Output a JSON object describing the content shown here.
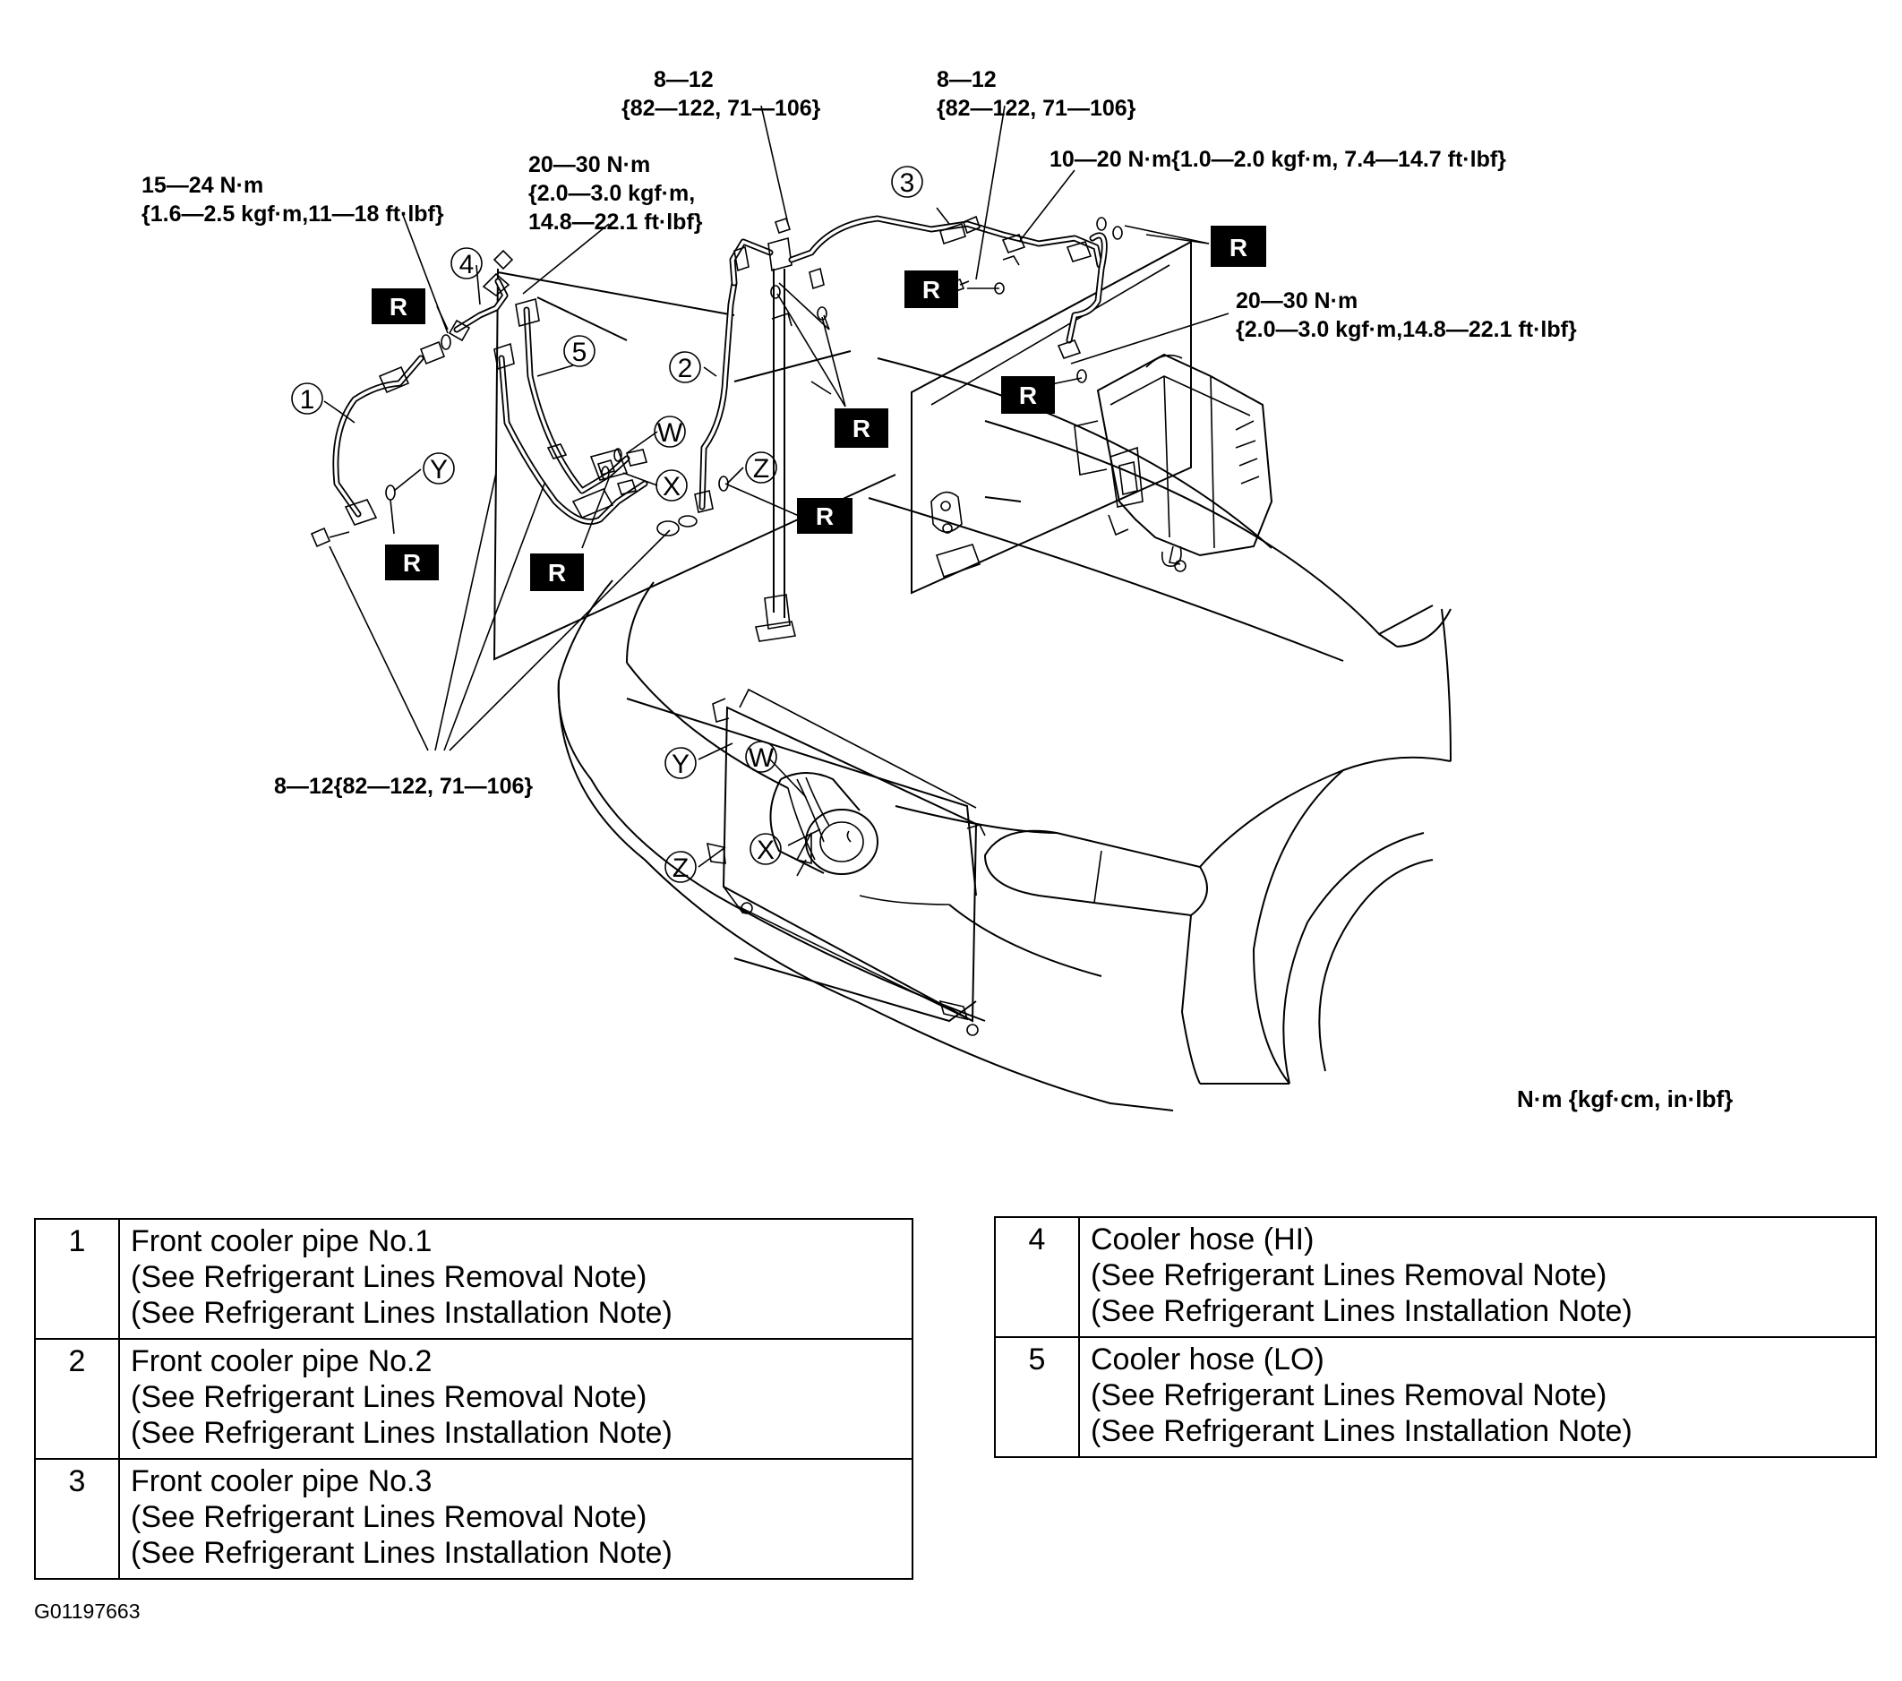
{
  "torque_labels": {
    "pipe1_top": "15—24 N·m",
    "pipe1_bottom": "{1.6—2.5 kgf·m,11—18 ft·lbf}",
    "hose_top": "20—30 N·m",
    "hose_mid": "{2.0—3.0 kgf·m,",
    "hose_bottom": "14.8—22.1 ft·lbf}",
    "bolt_a_top": "8—12",
    "bolt_a_bottom": "{82—122, 71—106}",
    "bolt_b_top": "8—12",
    "bolt_b_bottom": "{82—122, 71—106}",
    "pipe3_joint": "10—20 N·m{1.0—2.0 kgf·m, 7.4—14.7 ft·lbf}",
    "unit_top": "20—30 N·m",
    "unit_bottom": "{2.0—3.0 kgf·m,14.8—22.1 ft·lbf}",
    "lower_bolts": "8—12{82—122, 71—106}"
  },
  "units_note": "N·m {kgf·cm, in·lbf}",
  "callouts": {
    "n1": "1",
    "n2": "2",
    "n3": "3",
    "n4": "4",
    "n5": "5"
  },
  "connection_letters": {
    "w": "W",
    "x": "X",
    "y": "Y",
    "z": "Z"
  },
  "replace_marker": "R",
  "parts_table_left": [
    {
      "num": "1",
      "name": "Front cooler pipe No.1",
      "note1": "(See Refrigerant Lines Removal Note)",
      "note2": "(See Refrigerant Lines Installation Note)"
    },
    {
      "num": "2",
      "name": "Front cooler pipe No.2",
      "note1": "(See Refrigerant Lines Removal Note)",
      "note2": "(See Refrigerant Lines Installation Note)"
    },
    {
      "num": "3",
      "name": "Front cooler pipe No.3",
      "note1": "(See Refrigerant Lines Removal Note)",
      "note2": "(See Refrigerant Lines Installation Note)"
    }
  ],
  "parts_table_right": [
    {
      "num": "4",
      "name": "Cooler hose (HI)",
      "note1": "(See Refrigerant Lines Removal Note)",
      "note2": "(See Refrigerant Lines Installation Note)"
    },
    {
      "num": "5",
      "name": "Cooler hose (LO)",
      "note1": "(See Refrigerant Lines Removal Note)",
      "note2": "(See Refrigerant Lines Installation Note)"
    }
  ],
  "figure_id": "G01197663"
}
